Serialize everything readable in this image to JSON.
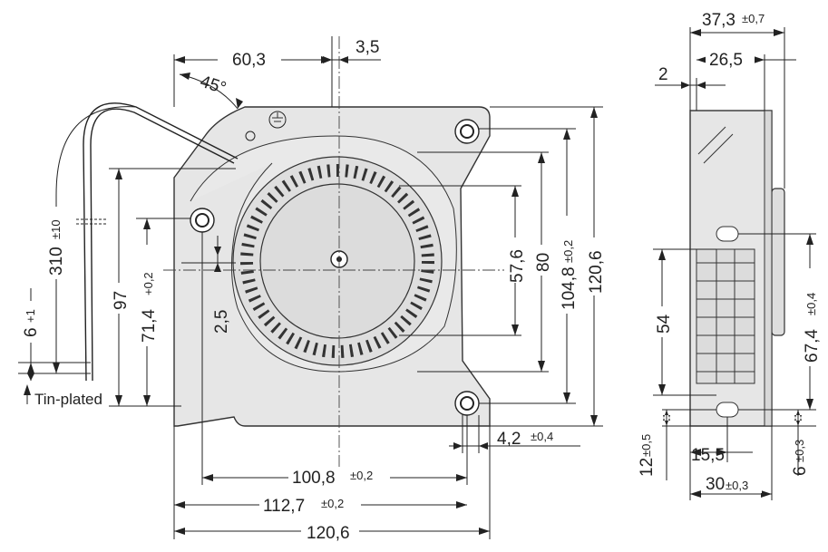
{
  "front_view": {
    "width_overall": "120,6",
    "width_mount": {
      "value": "112,7",
      "tol": "±0,2"
    },
    "hole_spacing_x": {
      "value": "100,8",
      "tol": "±0,2"
    },
    "height_overall": "120,6",
    "hole_spacing_y": {
      "value": "104,8",
      "tol": "±0,2"
    },
    "outlet_height": "80",
    "inner_dim": "57,6",
    "top_offset": "60,3",
    "center_offset": "3,5",
    "angle": "45°",
    "cable_length": {
      "value": "310",
      "tol": "±10"
    },
    "strip_length": {
      "value": "6",
      "tol": "+1"
    },
    "left_height": "97",
    "left_hole_height": {
      "value": "71,4",
      "tol": "+0,2"
    },
    "small_offset": "2,5",
    "hole_offset": {
      "value": "4,2",
      "tol": "±0,4"
    },
    "tin_label": "Tin-plated"
  },
  "side_view": {
    "depth_overall": {
      "value": "37,3",
      "tol": "±0,7"
    },
    "depth_inner": "26,5",
    "flange": "2",
    "outlet_h": "54",
    "outlet_span": {
      "value": "67,4",
      "tol": "±0,4"
    },
    "bottom_offset": {
      "value": "12",
      "tol": "±0,5"
    },
    "hole_x": "15,5",
    "depth_body": {
      "value": "30",
      "tol": "±0,3"
    },
    "bottom_right": {
      "value": "6",
      "tol": "±0,3"
    }
  }
}
